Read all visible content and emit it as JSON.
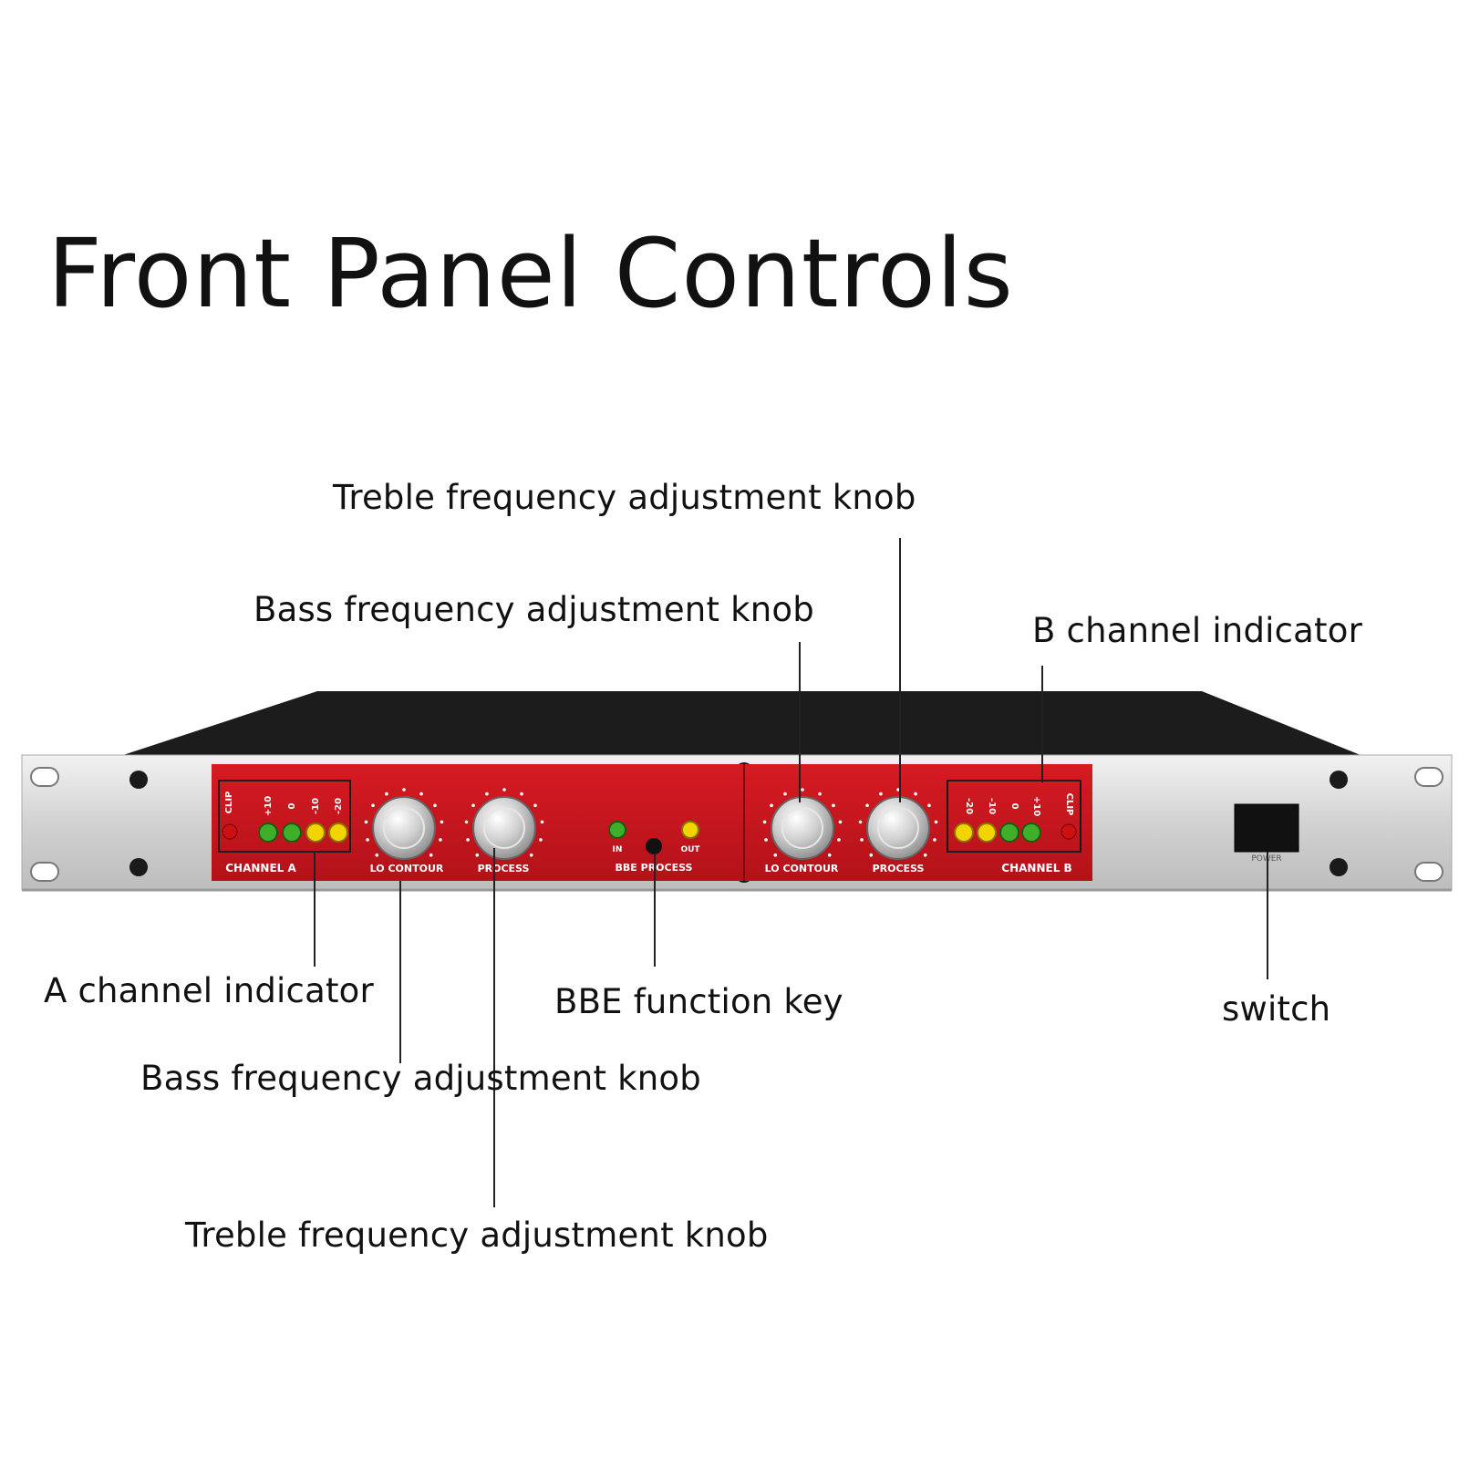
{
  "title": "Front Panel Controls",
  "callouts": {
    "treble_top": "Treble frequency adjustment knob",
    "bass_top": "Bass frequency adjustment knob",
    "b_channel": "B channel indicator",
    "a_channel": "A channel indicator",
    "bbe_key": "BBE function key",
    "switch": "switch",
    "bass_bottom": "Bass frequency adjustment knob",
    "treble_bottom": "Treble frequency adjustment knob"
  },
  "panel_labels": {
    "channel_a": "CHANNEL A",
    "channel_b": "CHANNEL B",
    "clip": "CLIP",
    "lo_contour": "LO CONTOUR",
    "process": "PROCESS",
    "bbe_process": "BBE PROCESS",
    "in": "IN",
    "out": "OUT",
    "power": "POWER",
    "meter_a": [
      "+10",
      "0",
      "-10",
      "-20"
    ],
    "meter_b": [
      "-20",
      "-10",
      "0",
      "+10"
    ]
  },
  "colors": {
    "panel_red": "#c8161d",
    "chassis_top": "#1c1c1c",
    "rack_silver": "#d9d9d9",
    "led_green": "#3fae2a",
    "led_yellow": "#f2d400",
    "led_red": "#d01010"
  }
}
